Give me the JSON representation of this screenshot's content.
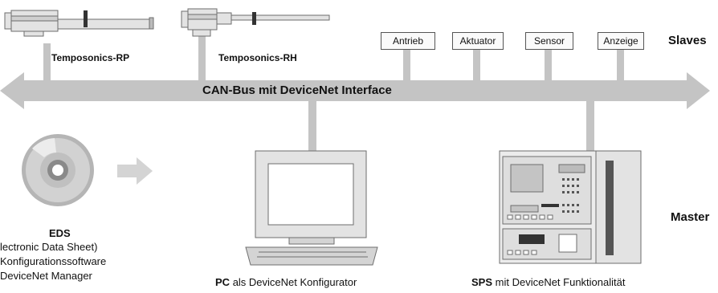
{
  "bus": {
    "label": "CAN-Bus mit DeviceNet Interface"
  },
  "groups": {
    "slaves": "Slaves",
    "master": "Master"
  },
  "sensors": [
    {
      "label": "Temposonics-RP"
    },
    {
      "label": "Temposonics-RH"
    }
  ],
  "devices": [
    "Antrieb",
    "Aktuator",
    "Sensor",
    "Anzeige"
  ],
  "eds": {
    "title": "EDS",
    "lines": [
      "lectronic Data Sheet)",
      "Konfigurationssoftware",
      "DeviceNet Manager"
    ]
  },
  "pc": {
    "bold": "PC",
    "rest": "als  DeviceNet Konfigurator"
  },
  "sps": {
    "bold": "SPS",
    "rest": "mit  DeviceNet Funktionalität"
  },
  "colors": {
    "bus": "#c4c4c4",
    "stub": "#c4c4c4",
    "device": "#e3e3e3",
    "outline": "#6e6e6e"
  }
}
